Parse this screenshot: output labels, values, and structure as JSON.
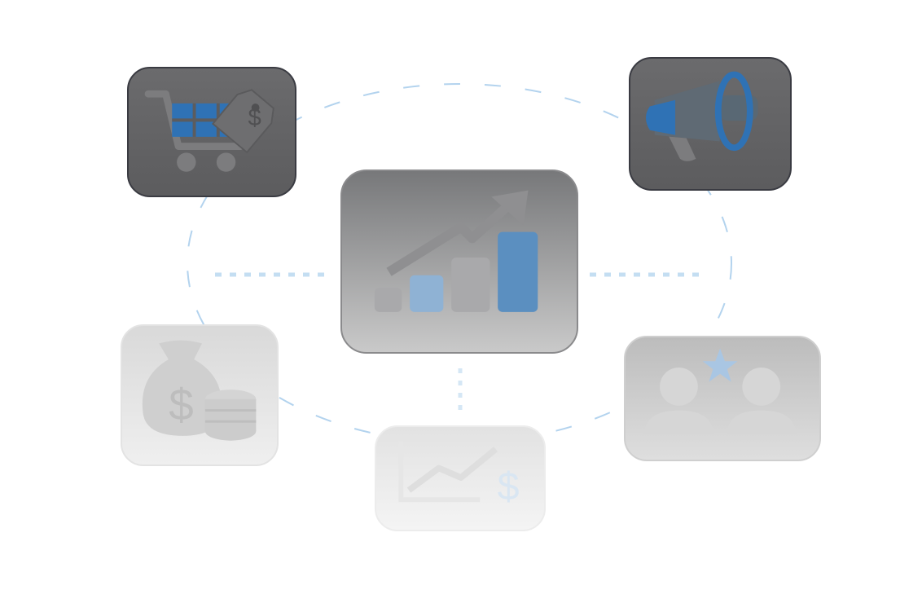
{
  "diagram": {
    "type": "hub-and-spoke",
    "colors": {
      "accent_blue": "#2f72b5",
      "connector_blue": "#b3d3ee",
      "tile_dark": "#636365",
      "tile_light": "#dcdcdc"
    },
    "hub": {
      "icon": "growth-chart-icon"
    },
    "nodes": [
      {
        "id": "cart",
        "icon": "shopping-cart-price-tag-icon",
        "symbol": "$"
      },
      {
        "id": "megaphone",
        "icon": "megaphone-icon"
      },
      {
        "id": "money",
        "icon": "money-bag-coins-icon",
        "symbol": "$"
      },
      {
        "id": "people",
        "icon": "users-star-icon"
      },
      {
        "id": "revenue",
        "icon": "revenue-trend-dollar-icon",
        "symbol": "$"
      }
    ]
  }
}
